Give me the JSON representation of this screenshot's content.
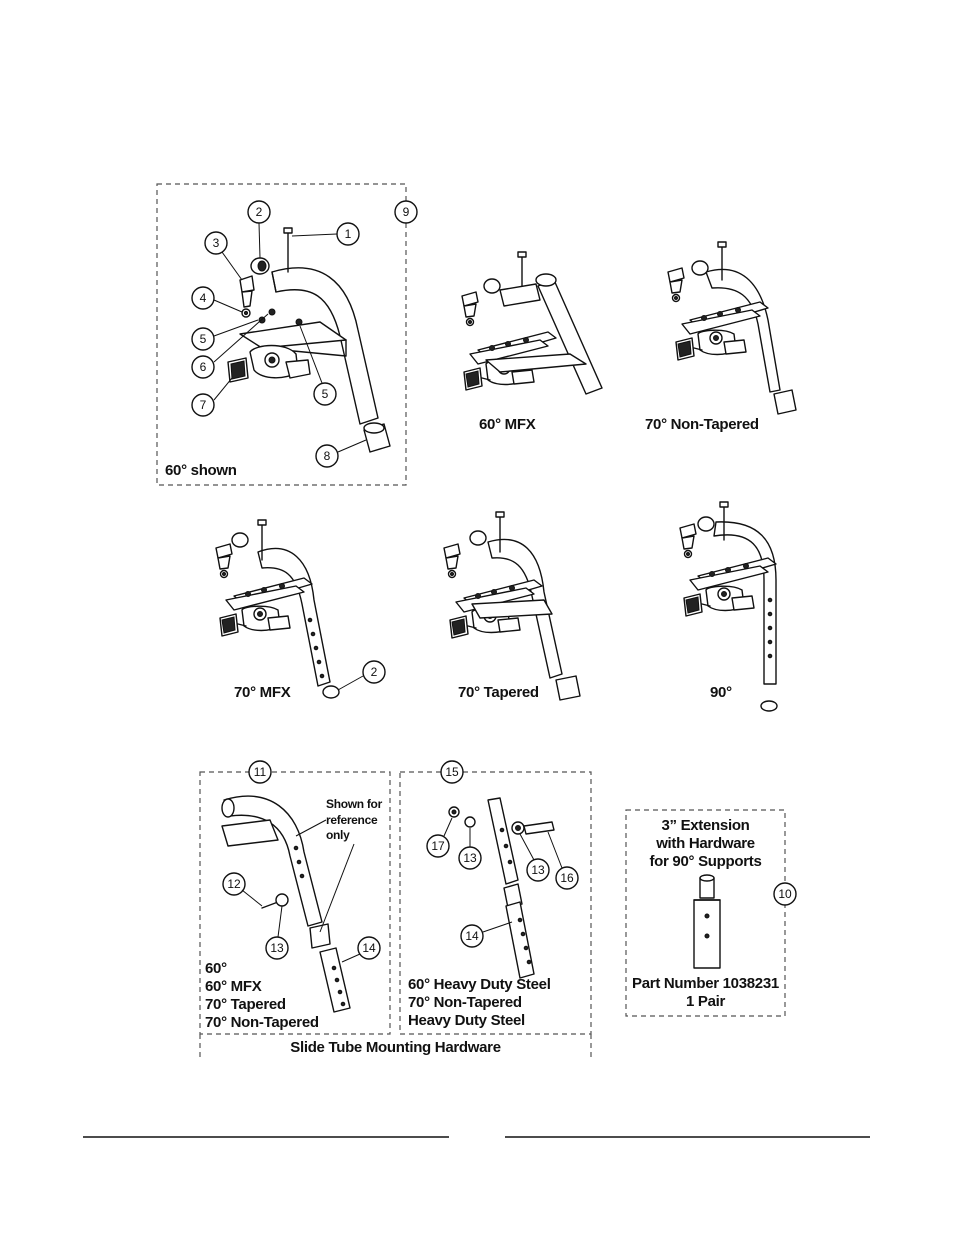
{
  "captions": {
    "main_shown": "60° shown",
    "mfx_60": "60° MFX",
    "nontapered_70": "70° Non-Tapered",
    "mfx_70": "70° MFX",
    "tapered_70": "70° Tapered",
    "deg_90": "90°"
  },
  "callouts": {
    "c1": "1",
    "c2": "2",
    "c3": "3",
    "c4": "4",
    "c5a": "5",
    "c5b": "5",
    "c6": "6",
    "c7": "7",
    "c8": "8",
    "c9": "9",
    "c2b": "2",
    "c11": "11",
    "c12": "12",
    "c13a": "13",
    "c14a": "14",
    "c15": "15",
    "c17": "17",
    "c13b": "13",
    "c13c": "13",
    "c16": "16",
    "c14b": "14",
    "c10": "10"
  },
  "slide_tube_60": {
    "note_line1": "Shown for",
    "note_line2": "reference",
    "note_line3": "only",
    "list": [
      "60°",
      "60° MFX",
      "70° Tapered",
      "70° Non-Tapered"
    ]
  },
  "slide_tube_hd": {
    "list": [
      "60° Heavy Duty Steel",
      "70° Non-Tapered",
      "Heavy Duty Steel"
    ]
  },
  "slide_tube_footer": "Slide Tube Mounting Hardware",
  "extension": {
    "line1": "3” Extension",
    "line2": "with Hardware",
    "line3": "for 90° Supports",
    "part_line": "Part Number 1038231",
    "qty_line": "1 Pair"
  }
}
